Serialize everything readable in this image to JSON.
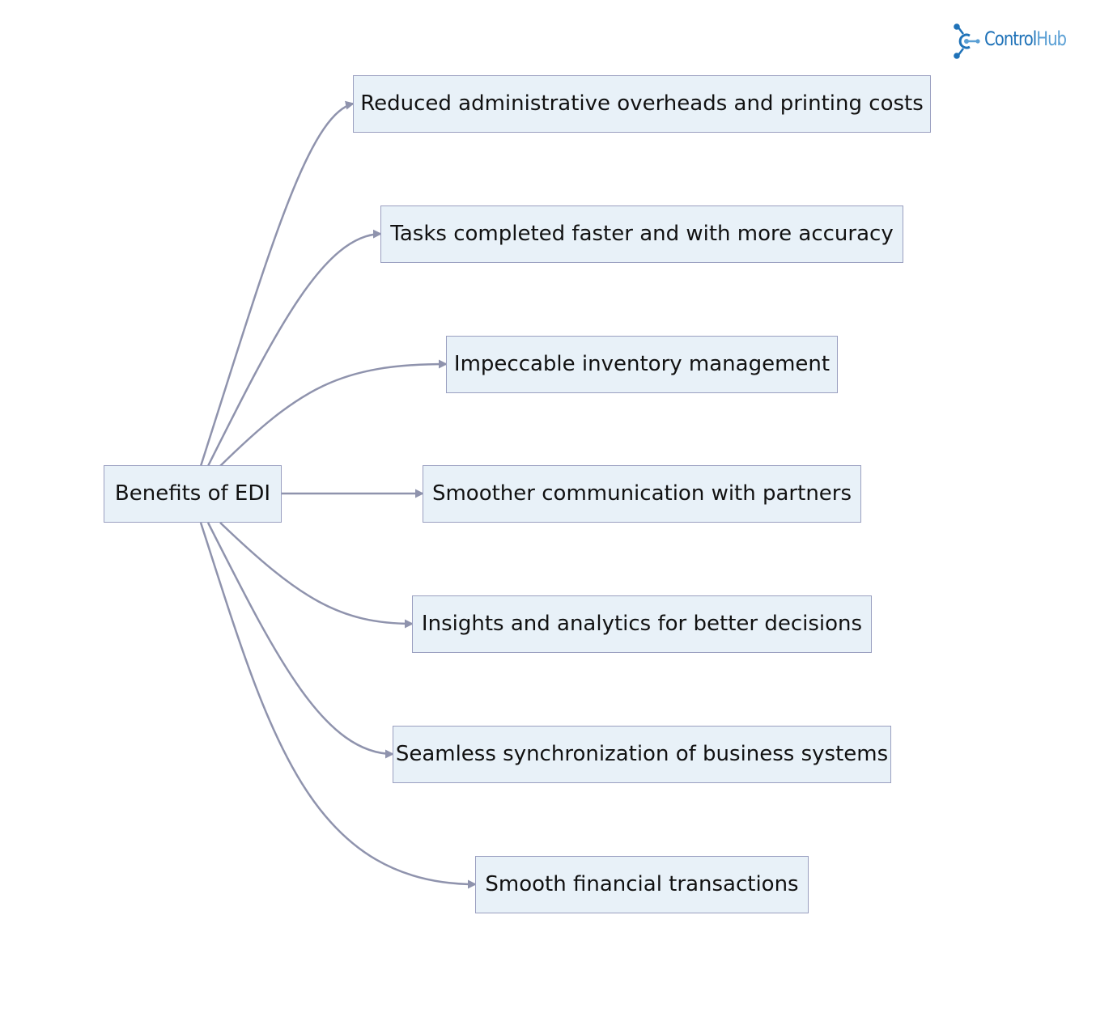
{
  "diagram": {
    "root": {
      "label": "Benefits of EDI"
    },
    "benefits": [
      {
        "label": "Reduced administrative overheads and printing costs"
      },
      {
        "label": "Tasks completed faster and with more accuracy"
      },
      {
        "label": "Impeccable inventory management"
      },
      {
        "label": "Smoother communication with partners"
      },
      {
        "label": "Insights and analytics for better decisions"
      },
      {
        "label": "Seamless synchronization of business systems"
      },
      {
        "label": "Smooth financial transactions"
      }
    ]
  },
  "brand": {
    "logo_part1": "Control",
    "logo_part2": "Hub",
    "logo_color_primary": "#1f72b8",
    "logo_color_secondary": "#5a9fd4"
  },
  "colors": {
    "node_fill": "#e8f1f8",
    "node_border": "#9a9fc0",
    "edge": "#8f93ad"
  }
}
